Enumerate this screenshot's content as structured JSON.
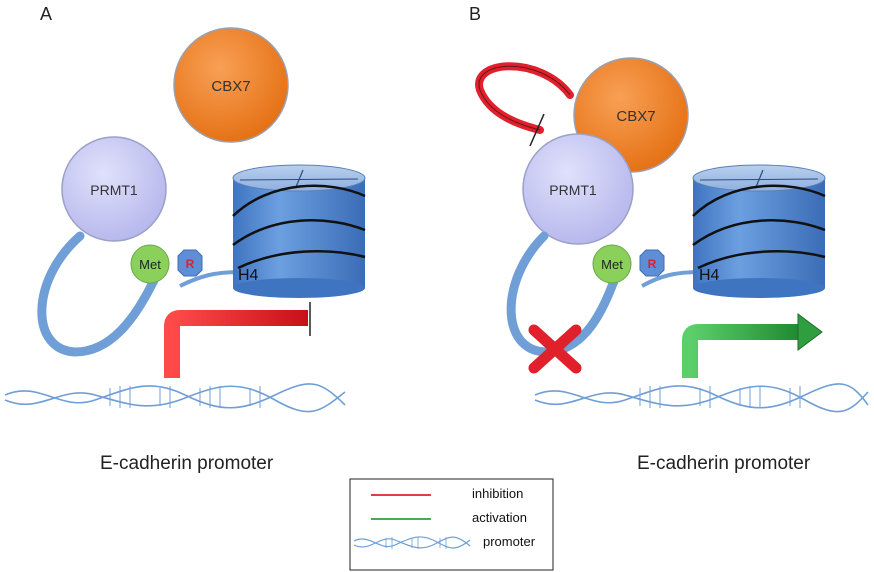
{
  "panels": [
    {
      "letter": "A",
      "cbx7": "CBX7",
      "prmt1": "PRMT1",
      "met": "Met",
      "arginine": "R",
      "histone": "H4",
      "promoter_caption": "E-cadherin promoter",
      "promoter_state": "inhibition"
    },
    {
      "letter": "B",
      "cbx7": "CBX7",
      "prmt1": "PRMT1",
      "met": "Met",
      "arginine": "R",
      "histone": "H4",
      "promoter_caption": "E-cadherin promoter",
      "promoter_state": "activation"
    }
  ],
  "legend": {
    "items": [
      {
        "label": "inhibition",
        "swatch": "line",
        "color": "#e0202a"
      },
      {
        "label": "activation",
        "swatch": "line",
        "color": "#2e9e3e"
      },
      {
        "label": "promoter",
        "swatch": "dna",
        "color": "#6f9fd6"
      }
    ]
  },
  "colors": {
    "cbx7": "#f0822a",
    "prmt1": "#c7c8f3",
    "met": "#8bd05a",
    "histone": "#4f86cf",
    "dna": "#6f9fd6",
    "inhibition": "#e0202a",
    "activation": "#2e9e3e"
  }
}
